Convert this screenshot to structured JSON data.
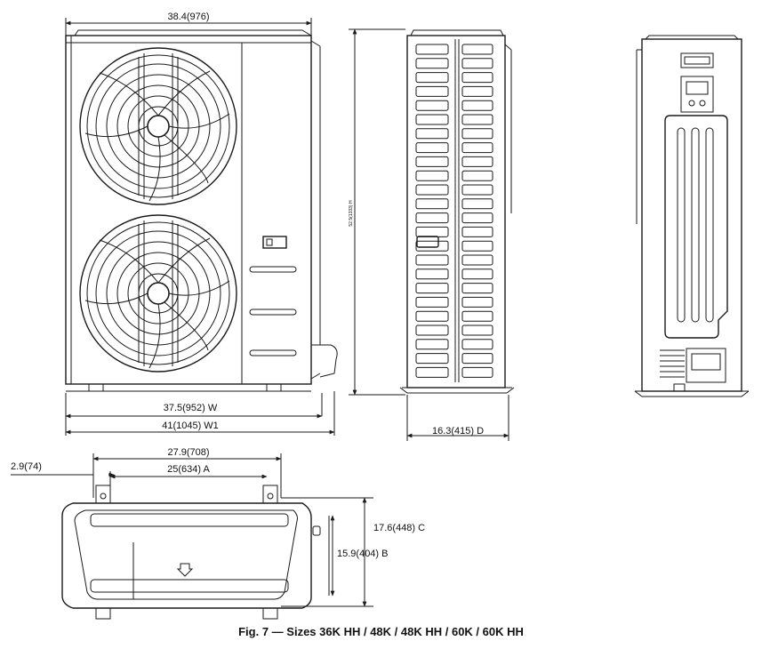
{
  "figure": {
    "caption": "Fig. 7 — Sizes 36K HH / 48K / 48K HH / 60K / 60K HH"
  },
  "front_view": {
    "top_width": "38.4(976)",
    "width_w": "37.5(952) W",
    "width_w1": "41(1045) W1"
  },
  "side_view": {
    "height_h": "52.5(1333) H",
    "depth_d": "16.3(415) D"
  },
  "bottom_view": {
    "dim_279": "27.9(708)",
    "dim_29": "2.9(74)",
    "dim_a": "25(634) A",
    "dim_c": "17.6(448) C",
    "dim_b": "15.9(404) B"
  },
  "colors": {
    "line": "#1a1a1a"
  },
  "icons": [
    "fan-grille-icon",
    "arrow-down-icon"
  ]
}
